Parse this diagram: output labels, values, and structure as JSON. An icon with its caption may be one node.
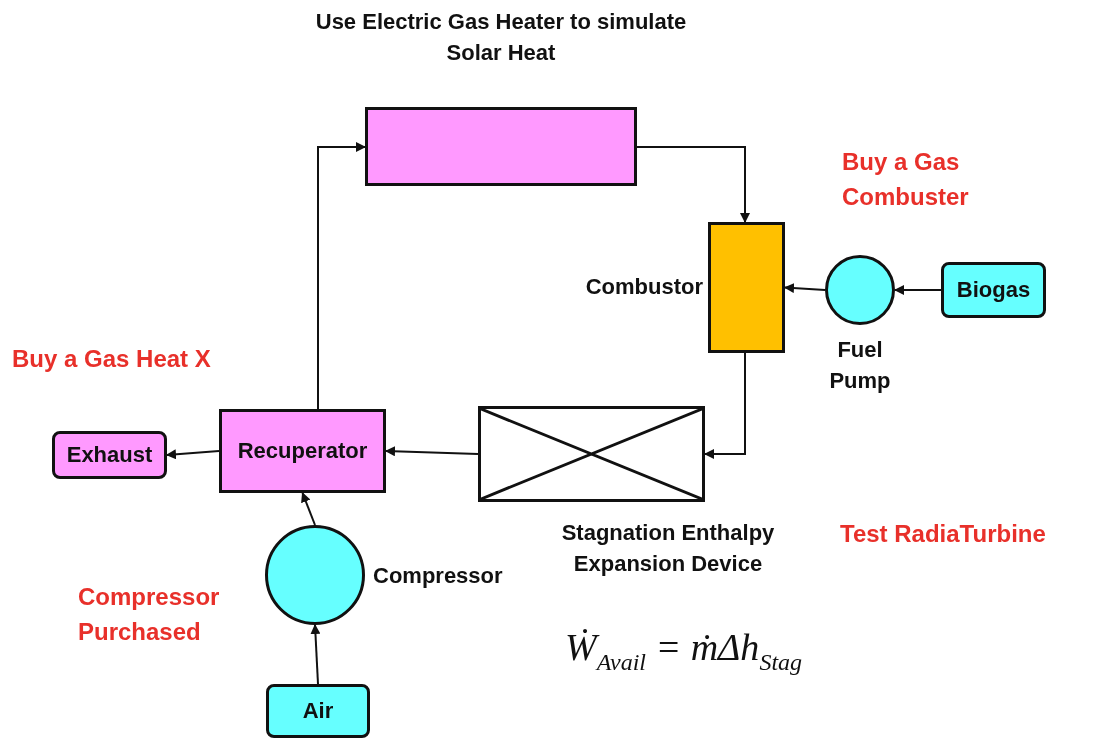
{
  "diagram": {
    "nodes": [
      {
        "text": [
          "Use Electric Gas Heater to simulate Solar Heat"
        ]
      },
      {
        "text": [
          "Combustor"
        ]
      },
      {
        "text": [
          "Fuel Pump"
        ]
      },
      {
        "text": [
          "Biogas"
        ]
      },
      {
        "text": [
          "Stagnation Enthalpy Expansion Device"
        ]
      },
      {
        "text": [
          "Recuperator"
        ]
      },
      {
        "text": [
          "Exhaust"
        ]
      },
      {
        "text": [
          "Compressor"
        ]
      },
      {
        "text": [
          "Air"
        ]
      }
    ],
    "edges": [
      {
        "from": 5,
        "to": 0,
        "arrow": "to"
      },
      {
        "from": 0,
        "to": 1,
        "arrow": "to"
      },
      {
        "from": 3,
        "to": 2,
        "arrow": "to"
      },
      {
        "from": 2,
        "to": 1,
        "arrow": "to"
      },
      {
        "from": 1,
        "to": 4,
        "arrow": "to"
      },
      {
        "from": 4,
        "to": 5,
        "arrow": "to"
      },
      {
        "from": 5,
        "to": 6,
        "arrow": "to"
      },
      {
        "from": 7,
        "to": 5,
        "arrow": "to"
      },
      {
        "from": 8,
        "to": 7,
        "arrow": "to"
      }
    ],
    "labels": [
      "Buy a Gas Combuster",
      "Buy a Gas Heat X",
      "Test RadiaTurbine",
      "Compressor Purchased",
      "Ẇ$_{Avail}$ = ṁΔh$_{Stag}$"
    ]
  }
}
